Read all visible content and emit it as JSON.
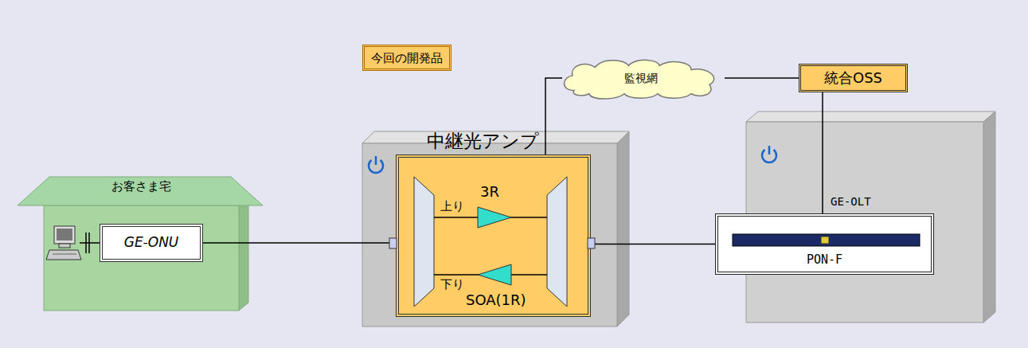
{
  "diagram": {
    "nodes": [
      {
        "text": [
          "お客さま宅"
        ]
      },
      {
        "text": [
          "GE-ONU"
        ],
        "in": 0
      },
      {
        "text": [
          "中継光アンプ"
        ]
      },
      {
        "text": [
          "監視網"
        ]
      },
      {
        "text": [
          "統合OSS"
        ]
      },
      {
        "text": [
          "GE-OLT"
        ]
      },
      {
        "text": [
          "PON-F"
        ],
        "in": 5
      }
    ],
    "edges": [
      {
        "from": 1,
        "to": 2,
        "arrow": "none"
      },
      {
        "from": 2,
        "to": 6,
        "arrow": "none"
      },
      {
        "from": 2,
        "to": 3,
        "arrow": "none"
      },
      {
        "from": 3,
        "to": 4,
        "arrow": "none"
      },
      {
        "from": 4,
        "to": 6,
        "arrow": "none"
      }
    ],
    "labels": [
      "上り",
      "3R",
      "下り",
      "SOA(1R)"
    ],
    "legend": [
      {
        "text": "今回の開発品",
        "color": "#ffcc66"
      }
    ]
  }
}
